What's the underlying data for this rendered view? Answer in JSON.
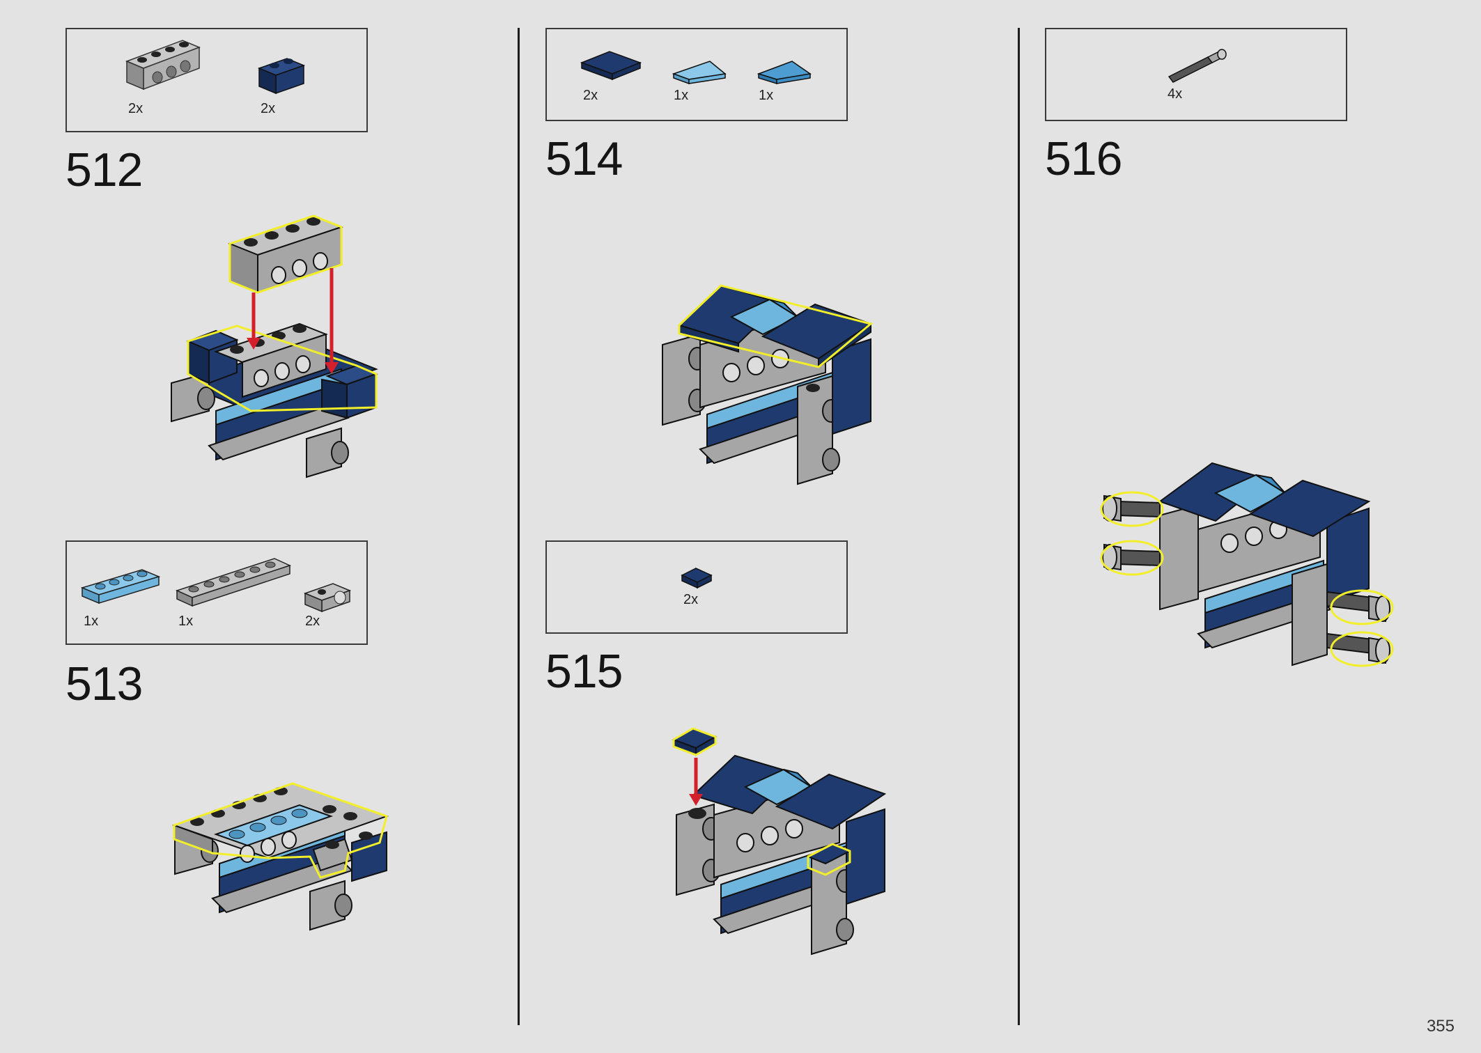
{
  "page_number": "355",
  "steps": [
    {
      "number": "512",
      "parts": [
        {
          "icon": "light-gray-technic-brick-1x4-icon",
          "qty": "2x"
        },
        {
          "icon": "dark-blue-brick-1x2-icon",
          "qty": "2x"
        }
      ]
    },
    {
      "number": "513",
      "parts": [
        {
          "icon": "medium-azure-plate-1x4-icon",
          "qty": "1x"
        },
        {
          "icon": "light-gray-plate-1x6-icon",
          "qty": "1x"
        },
        {
          "icon": "light-gray-bracket-plate-icon",
          "qty": "2x"
        }
      ]
    },
    {
      "number": "514",
      "parts": [
        {
          "icon": "dark-blue-tile-2x2-icon",
          "qty": "2x"
        },
        {
          "icon": "medium-azure-wedge-tile-left-icon",
          "qty": "1x"
        },
        {
          "icon": "dark-azure-wedge-tile-right-icon",
          "qty": "1x"
        }
      ]
    },
    {
      "number": "515",
      "parts": [
        {
          "icon": "dark-blue-tile-1x1-icon",
          "qty": "2x"
        }
      ]
    },
    {
      "number": "516",
      "parts": [
        {
          "icon": "technic-axle-pin-icon",
          "qty": "4x"
        }
      ]
    }
  ],
  "colors": {
    "background": "#e3e3e3",
    "dark_blue": "#1f3a6e",
    "light_gray": "#a6a6a6",
    "medium_azure": "#6fb6de",
    "dark_azure": "#3d8cc4",
    "highlight_yellow": "#f2ef2a",
    "arrow_red": "#d4202a"
  }
}
